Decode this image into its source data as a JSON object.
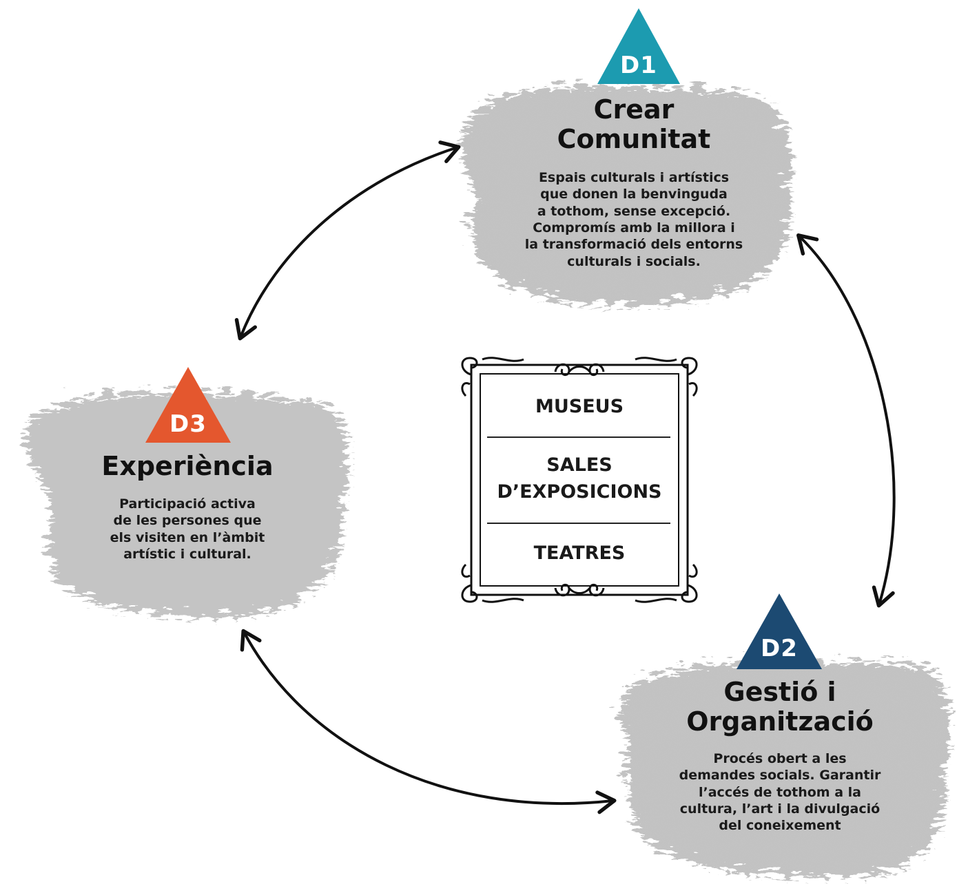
{
  "colors": {
    "d1": "#1c9bb0",
    "d2": "#1c4a72",
    "d3": "#e4572e",
    "ink": "#111111",
    "brush": "#b9b9b9"
  },
  "nodes": {
    "d1": {
      "tag": "D1",
      "title_lines": [
        "Crear",
        "Comunitat"
      ],
      "desc_lines": [
        "Espais culturals i artístics",
        "que donen la benvinguda",
        "a tothom, sense excepció.",
        "Compromís amb la millora i",
        "la transformació dels entorns",
        "culturals i socials."
      ]
    },
    "d2": {
      "tag": "D2",
      "title_lines": [
        "Gestió i",
        "Organització"
      ],
      "desc_lines": [
        "Procés obert a les",
        "demandes socials. Garantir",
        "l’accés de tothom a la",
        "cultura, l’art i la divulgació",
        "del coneixement"
      ]
    },
    "d3": {
      "tag": "D3",
      "title_lines": [
        "Experiència"
      ],
      "desc_lines": [
        "Participació activa",
        "de les persones que",
        "els visiten en l’àmbit",
        "artístic i cultural."
      ]
    }
  },
  "center": {
    "items": [
      {
        "lines": [
          "MUSEUS"
        ]
      },
      {
        "lines": [
          "SALES",
          "D’EXPOSICIONS"
        ]
      },
      {
        "lines": [
          "TEATRES"
        ]
      }
    ]
  }
}
